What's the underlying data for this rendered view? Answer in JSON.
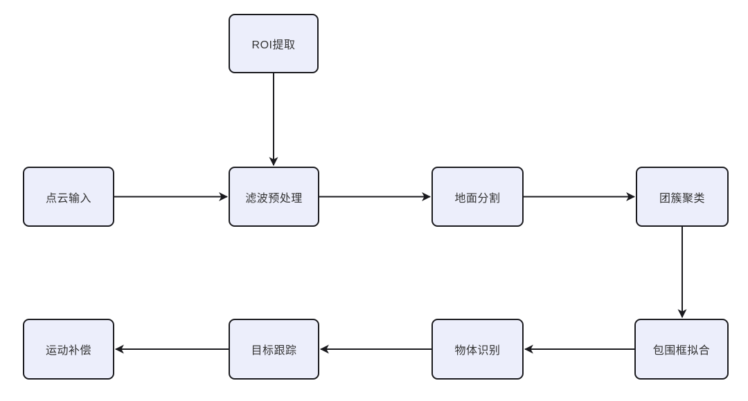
{
  "diagram": {
    "type": "flowchart",
    "nodes": [
      {
        "id": "roi",
        "label": "ROI提取"
      },
      {
        "id": "pointcloud",
        "label": "点云输入"
      },
      {
        "id": "filter",
        "label": "滤波预处理"
      },
      {
        "id": "ground",
        "label": "地面分割"
      },
      {
        "id": "cluster",
        "label": "团簇聚类"
      },
      {
        "id": "bbox",
        "label": "包围框拟合"
      },
      {
        "id": "object",
        "label": "物体识别"
      },
      {
        "id": "track",
        "label": "目标跟踪"
      },
      {
        "id": "motion",
        "label": "运动补偿"
      }
    ],
    "edges": [
      {
        "from": "roi",
        "to": "filter"
      },
      {
        "from": "pointcloud",
        "to": "filter"
      },
      {
        "from": "filter",
        "to": "ground"
      },
      {
        "from": "ground",
        "to": "cluster"
      },
      {
        "from": "cluster",
        "to": "bbox"
      },
      {
        "from": "bbox",
        "to": "object"
      },
      {
        "from": "object",
        "to": "track"
      },
      {
        "from": "track",
        "to": "motion"
      }
    ],
    "colors": {
      "node_fill": "#eceefb",
      "node_border": "#1a1a1e",
      "arrow": "#1a1a1e",
      "text": "#333333",
      "background": "#ffffff"
    }
  }
}
